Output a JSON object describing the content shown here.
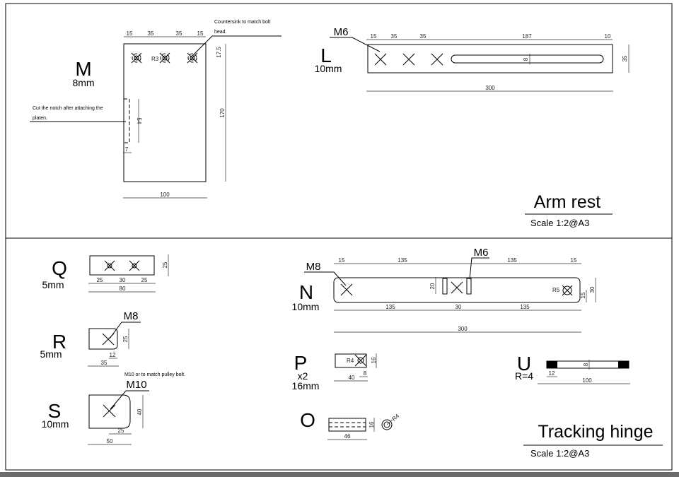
{
  "sections": {
    "arm_rest": {
      "title": "Arm rest",
      "scale": "Scale  1:2@A3"
    },
    "tracking_hinge": {
      "title": "Tracking hinge",
      "scale": "Scale  1:2@A3"
    }
  },
  "parts": {
    "M": {
      "letter": "M",
      "thickness": "8mm",
      "radius": "R3",
      "note_countersink_1": "Countersink  to match bolt",
      "note_countersink_2": "head.",
      "note_notch_1": "Cut the notch after attaching the",
      "note_notch_2": "platen.",
      "dims": {
        "top1": "15",
        "top2": "35",
        "top3": "35",
        "top4": "15",
        "hole_offset": "17.5",
        "height": "170",
        "notch_len": "54",
        "notch_depth": "7",
        "width": "100"
      }
    },
    "L": {
      "letter": "L",
      "thickness": "10mm",
      "bolt": "M6",
      "dims": {
        "top1": "15",
        "top2": "35",
        "top3": "35",
        "slot_len": "187",
        "end": "10",
        "slot_w": "8",
        "height": "35",
        "width": "300"
      }
    },
    "Q": {
      "letter": "Q",
      "thickness": "5mm",
      "dims": {
        "a": "25",
        "b": "30",
        "c": "25",
        "width": "80",
        "height": "25"
      }
    },
    "R": {
      "letter": "R",
      "thickness": "5mm",
      "bolt": "M8",
      "dims": {
        "height": "25",
        "hole": "12",
        "width": "35"
      }
    },
    "S": {
      "letter": "S",
      "thickness": "10mm",
      "bolt": "M10",
      "note": "M10 or  to match pulley bolt.",
      "dims": {
        "height": "40",
        "hole": "25",
        "width": "50"
      }
    },
    "N": {
      "letter": "N",
      "thickness": "10mm",
      "bolt_left": "M8",
      "bolt_mid": "M6",
      "radius": "R5",
      "dims": {
        "top1": "15",
        "top2": "135",
        "top3": "135",
        "top4": "15",
        "bot1": "135",
        "bot2": "30",
        "bot3": "135",
        "width": "300",
        "slot_h": "20",
        "hole_h": "15",
        "height": "30"
      }
    },
    "P": {
      "letter": "P",
      "qty": "x2",
      "thickness": "16mm",
      "radius": "R4",
      "dims": {
        "height": "16",
        "width": "40",
        "hole": "8"
      }
    },
    "O": {
      "letter": "O",
      "radius": "R4",
      "dims": {
        "height": "16",
        "width": "46"
      }
    },
    "U": {
      "letter": "U",
      "radius": "R=4",
      "dims": {
        "dia": "8",
        "thread": "12",
        "length": "100"
      }
    }
  }
}
